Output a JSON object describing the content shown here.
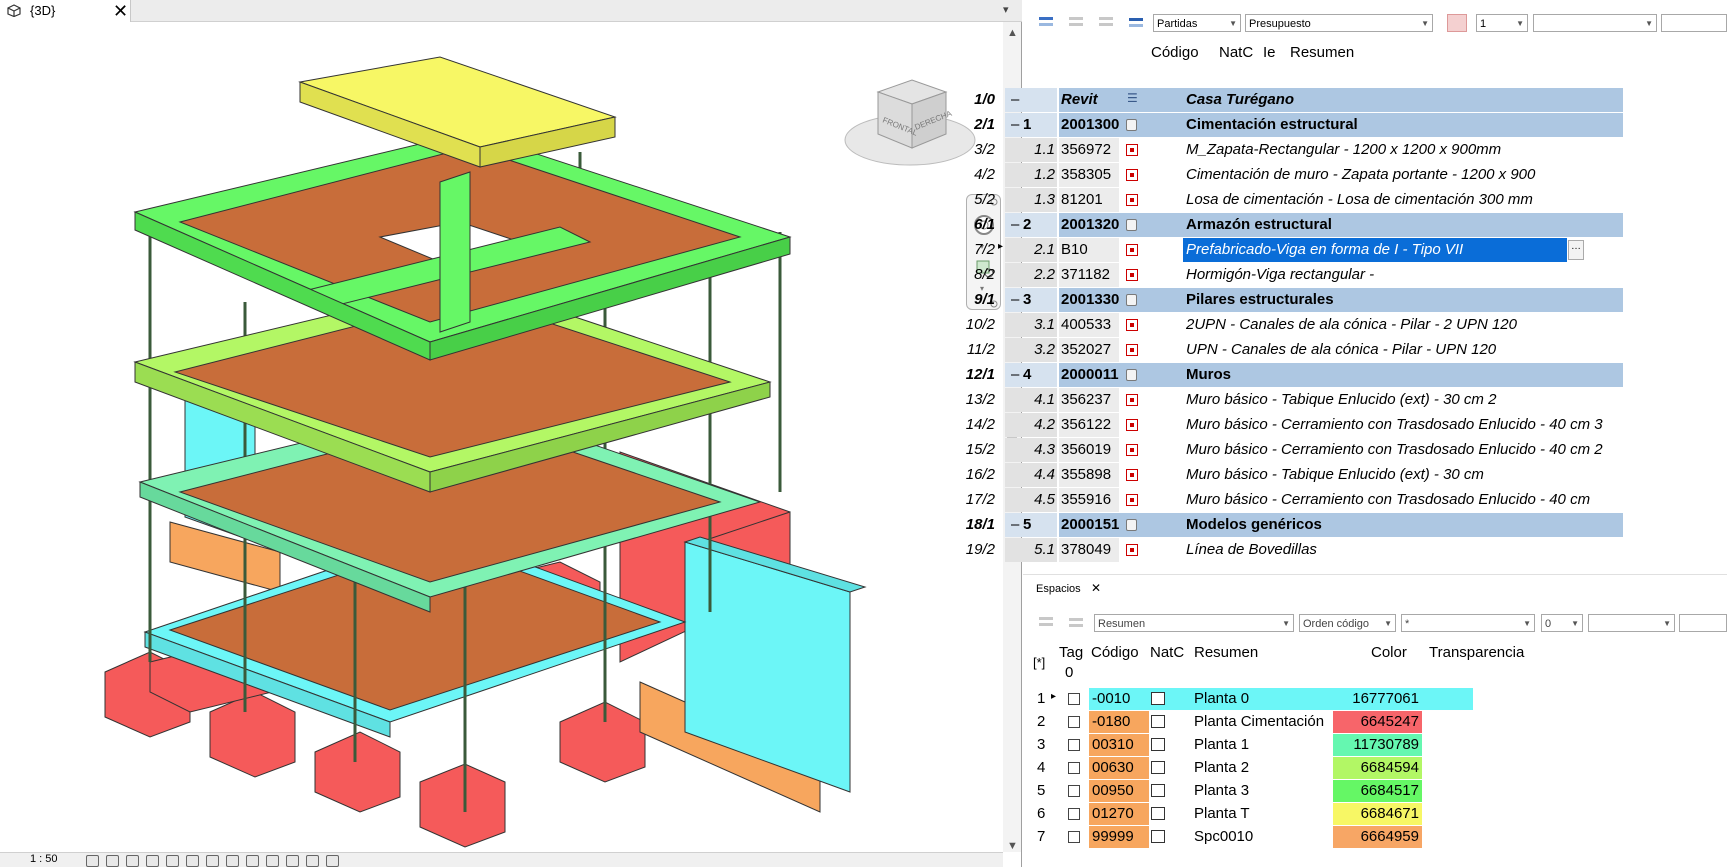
{
  "view_tab": {
    "title": "{3D}",
    "close": "✕"
  },
  "left_status": {
    "scale": "1 : 50"
  },
  "viewcube": {
    "face1": "FRONTAL",
    "face2": "DERECHA"
  },
  "top_toolbar": {
    "combo1": "Partidas",
    "combo2": "Presupuesto",
    "combo3": "1",
    "combo4": ""
  },
  "budget_table": {
    "headers": {
      "codigo": "Código",
      "natc": "NatC",
      "ie": "Ie",
      "resumen": "Resumen"
    },
    "rows": [
      {
        "num": "1/0",
        "lvl": "",
        "exp": "–",
        "code": "Revit",
        "summary": "Casa Turégano",
        "kind": "root"
      },
      {
        "num": "2/1",
        "lvl": "1",
        "exp": "–",
        "code": "2001300",
        "summary": "Cimentación estructural",
        "kind": "chapter"
      },
      {
        "num": "3/2",
        "lvl": "1.1",
        "exp": "",
        "code": "356972",
        "summary": "M_Zapata-Rectangular - 1200 x 1200 x 900mm",
        "kind": "item"
      },
      {
        "num": "4/2",
        "lvl": "1.2",
        "exp": "",
        "code": "358305",
        "summary": "Cimentación de muro - Zapata portante - 1200 x 900",
        "kind": "item"
      },
      {
        "num": "5/2",
        "lvl": "1.3",
        "exp": "",
        "code": "81201",
        "summary": "Losa de cimentación - Losa de cimentación 300 mm",
        "kind": "item"
      },
      {
        "num": "6/1",
        "lvl": "2",
        "exp": "–",
        "code": "2001320",
        "summary": "Armazón estructural",
        "kind": "chapter"
      },
      {
        "num": "7/2",
        "lvl": "2.1",
        "exp": "",
        "code": "B10",
        "summary": "Prefabricado-Viga en forma de I - Tipo VII",
        "kind": "selected"
      },
      {
        "num": "8/2",
        "lvl": "2.2",
        "exp": "",
        "code": "371182",
        "summary": "Hormigón-Viga rectangular -",
        "kind": "item"
      },
      {
        "num": "9/1",
        "lvl": "3",
        "exp": "–",
        "code": "2001330",
        "summary": "Pilares estructurales",
        "kind": "chapter"
      },
      {
        "num": "10/2",
        "lvl": "3.1",
        "exp": "",
        "code": "400533",
        "summary": "2UPN - Canales de ala cónica - Pilar - 2 UPN 120",
        "kind": "item"
      },
      {
        "num": "11/2",
        "lvl": "3.2",
        "exp": "",
        "code": "352027",
        "summary": "UPN - Canales de ala cónica - Pilar - UPN 120",
        "kind": "item"
      },
      {
        "num": "12/1",
        "lvl": "4",
        "exp": "–",
        "code": "2000011",
        "summary": "Muros",
        "kind": "chapter"
      },
      {
        "num": "13/2",
        "lvl": "4.1",
        "exp": "",
        "code": "356237",
        "summary": "Muro básico - Tabique Enlucido (ext) - 30 cm 2",
        "kind": "item"
      },
      {
        "num": "14/2",
        "lvl": "4.2",
        "exp": "",
        "code": "356122",
        "summary": "Muro básico - Cerramiento con Trasdosado Enlucido - 40 cm 3",
        "kind": "item"
      },
      {
        "num": "15/2",
        "lvl": "4.3",
        "exp": "",
        "code": "356019",
        "summary": "Muro básico - Cerramiento con Trasdosado Enlucido - 40 cm 2",
        "kind": "item"
      },
      {
        "num": "16/2",
        "lvl": "4.4",
        "exp": "",
        "code": "355898",
        "summary": "Muro básico - Tabique Enlucido (ext) - 30 cm",
        "kind": "item"
      },
      {
        "num": "17/2",
        "lvl": "4.5",
        "exp": "",
        "code": "355916",
        "summary": "Muro básico - Cerramiento con Trasdosado Enlucido - 40 cm",
        "kind": "item"
      },
      {
        "num": "18/1",
        "lvl": "5",
        "exp": "–",
        "code": "2000151",
        "summary": "Modelos genéricos",
        "kind": "chapter"
      },
      {
        "num": "19/2",
        "lvl": "5.1",
        "exp": "",
        "code": "378049",
        "summary": "Línea de Bovedillas",
        "kind": "item"
      }
    ]
  },
  "spaces_panel": {
    "tab": "Espacios",
    "close": "✕",
    "combo1": "Resumen",
    "combo2": "Orden código",
    "combo3": "*",
    "combo4": "0",
    "headers": {
      "marker": "[*]",
      "tag": "Tag",
      "tag_count": "0",
      "codigo": "Código",
      "natc": "NatC",
      "resumen": "Resumen",
      "color": "Color",
      "transparencia": "Transparencia"
    },
    "rows": [
      {
        "n": "1",
        "code": "-0010",
        "summary": "Planta 0",
        "color": "16777061",
        "code_bg": "#6cf6f7",
        "color_bg": "#6cf6f7"
      },
      {
        "n": "2",
        "code": "-0180",
        "summary": "Planta Cimentación",
        "color": "6645247",
        "code_bg": "#f7a65e",
        "color_bg": "#f7656a"
      },
      {
        "n": "3",
        "code": "00310",
        "summary": "Planta 1",
        "color": "11730789",
        "code_bg": "#f7a65e",
        "color_bg": "#65f7b0"
      },
      {
        "n": "4",
        "code": "00630",
        "summary": "Planta 2",
        "color": "6684594",
        "code_bg": "#f7a65e",
        "color_bg": "#b2f765"
      },
      {
        "n": "5",
        "code": "00950",
        "summary": "Planta 3",
        "color": "6684517",
        "code_bg": "#f7a65e",
        "color_bg": "#65f765"
      },
      {
        "n": "6",
        "code": "01270",
        "summary": "Planta T",
        "color": "6684671",
        "code_bg": "#f7a65e",
        "color_bg": "#f7f765"
      },
      {
        "n": "7",
        "code": "99999",
        "summary": "Spc0010",
        "color": "6664959",
        "code_bg": "#f7a65e",
        "color_bg": "#f7a665"
      }
    ]
  }
}
